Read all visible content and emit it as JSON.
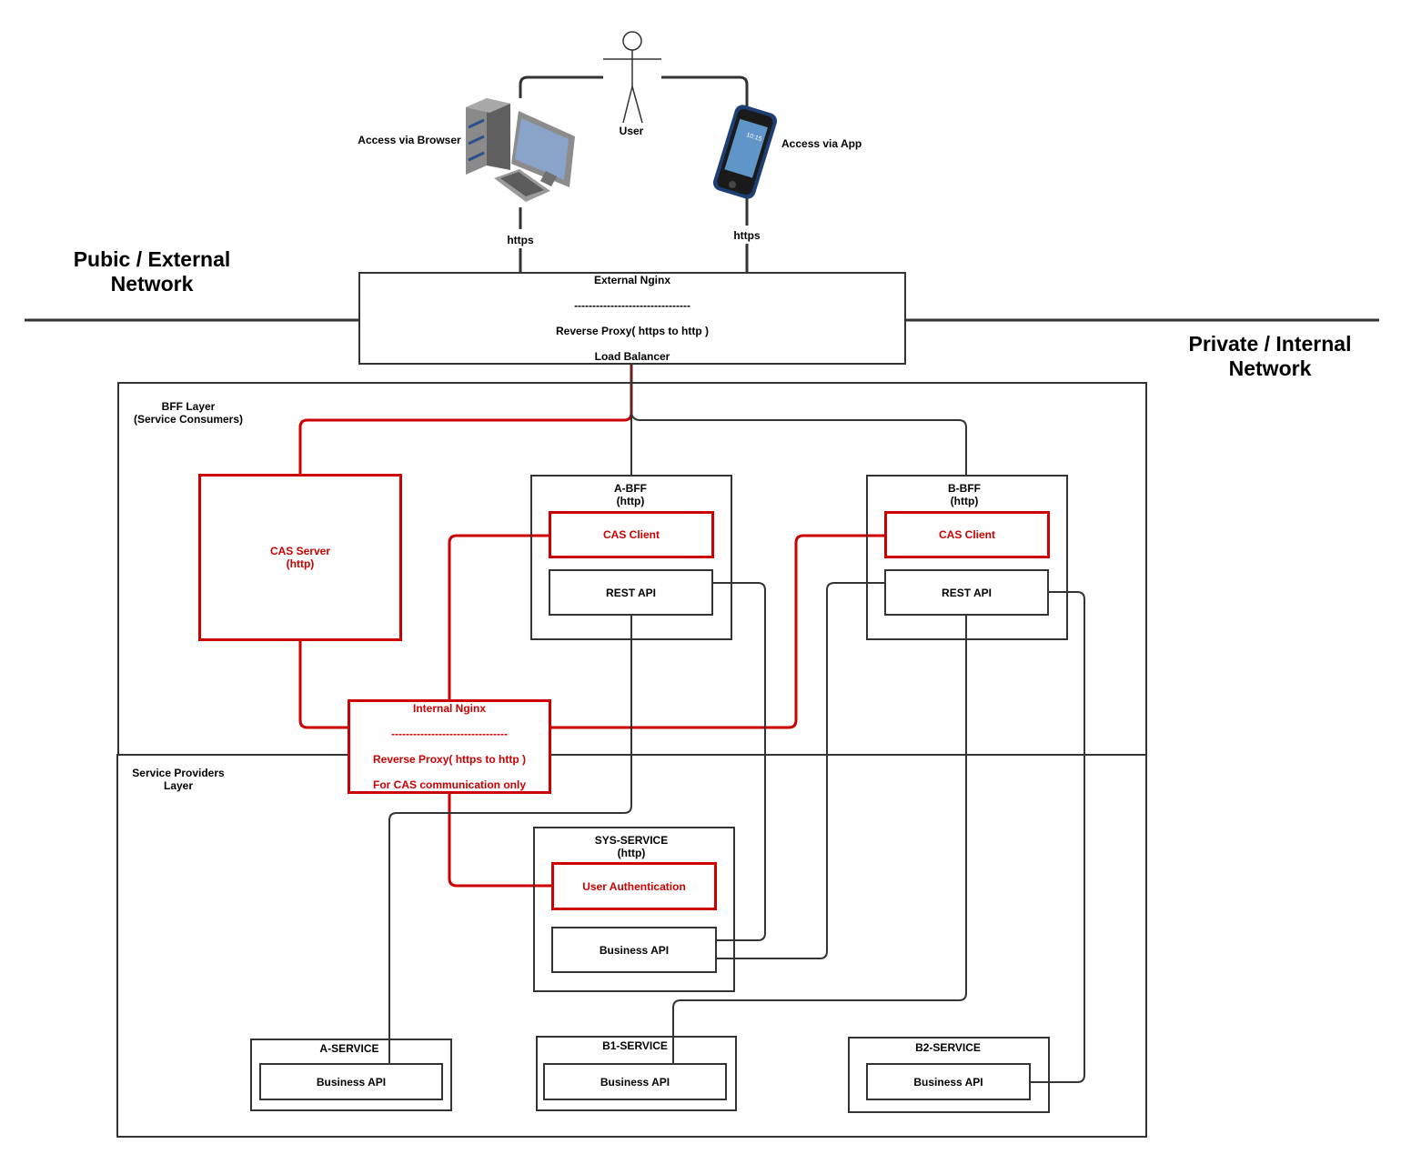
{
  "zones": {
    "public_label": "Pubic / External\nNetwork",
    "private_label": "Private / Internal\nNetwork"
  },
  "clients": {
    "user_label": "User",
    "browser_label": "Access via Browser",
    "app_label": "Access via App",
    "browser_protocol": "https",
    "app_protocol": "https",
    "phone_clock": "10:15"
  },
  "external_nginx": {
    "title": "External Nginx",
    "separator": "--------------------------------",
    "line1": "Reverse Proxy( https to http )",
    "line2": "Load Balancer"
  },
  "bff_layer": {
    "title": "BFF Layer\n(Service Consumers)"
  },
  "cas_server": {
    "title": "CAS Server\n(http)"
  },
  "a_bff": {
    "title": "A-BFF\n(http)",
    "cas_client": "CAS Client",
    "rest_api": "REST API"
  },
  "b_bff": {
    "title": "B-BFF\n(http)",
    "cas_client": "CAS Client",
    "rest_api": "REST API"
  },
  "internal_nginx": {
    "title": "Internal Nginx",
    "separator": "--------------------------------",
    "line1": "Reverse Proxy( https to http )",
    "line2": "For CAS communication only"
  },
  "provider_layer": {
    "title": "Service Providers\nLayer"
  },
  "sys_service": {
    "title": "SYS-SERVICE\n(http)",
    "auth": "User Authentication",
    "business_api": "Business API"
  },
  "a_service": {
    "title": "A-SERVICE",
    "business_api": "Business API"
  },
  "b1_service": {
    "title": "B1-SERVICE",
    "business_api": "Business API"
  },
  "b2_service": {
    "title": "B2-SERVICE",
    "business_api": "Business API"
  },
  "colors": {
    "cas_path": "#cc0000",
    "normal_path": "#333333"
  }
}
